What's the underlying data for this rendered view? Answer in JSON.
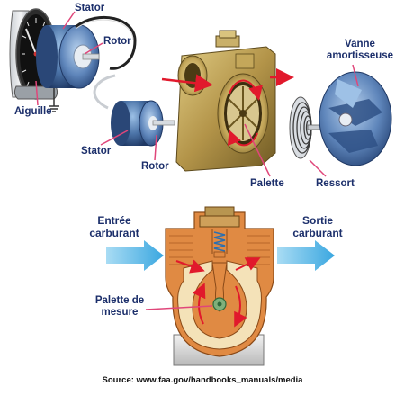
{
  "labels": {
    "stator_top": "Stator",
    "rotor_top": "Rotor",
    "aiguille": "Aiguille",
    "stator_bottom": "Stator",
    "rotor_bottom": "Rotor",
    "palette": "Palette",
    "ressort": "Ressort",
    "vanne_line1": "Vanne",
    "vanne_line2": "amortisseuse",
    "entree_line1": "Entrée",
    "entree_line2": "carburant",
    "sortie_line1": "Sortie",
    "sortie_line2": "carburant",
    "palette_mesure_line1": "Palette de",
    "palette_mesure_line2": "mesure"
  },
  "source": "Source: www.faa.gov/handbooks_manuals/media",
  "colors": {
    "label": "#1c2f6b",
    "leader": "#e0467a",
    "flow_arrow": "#e1192c",
    "io_arrow": "#5bb8e6",
    "brass": "#b39449",
    "orange_body": "#e08a43",
    "steel_blue": "#4c74a8"
  }
}
